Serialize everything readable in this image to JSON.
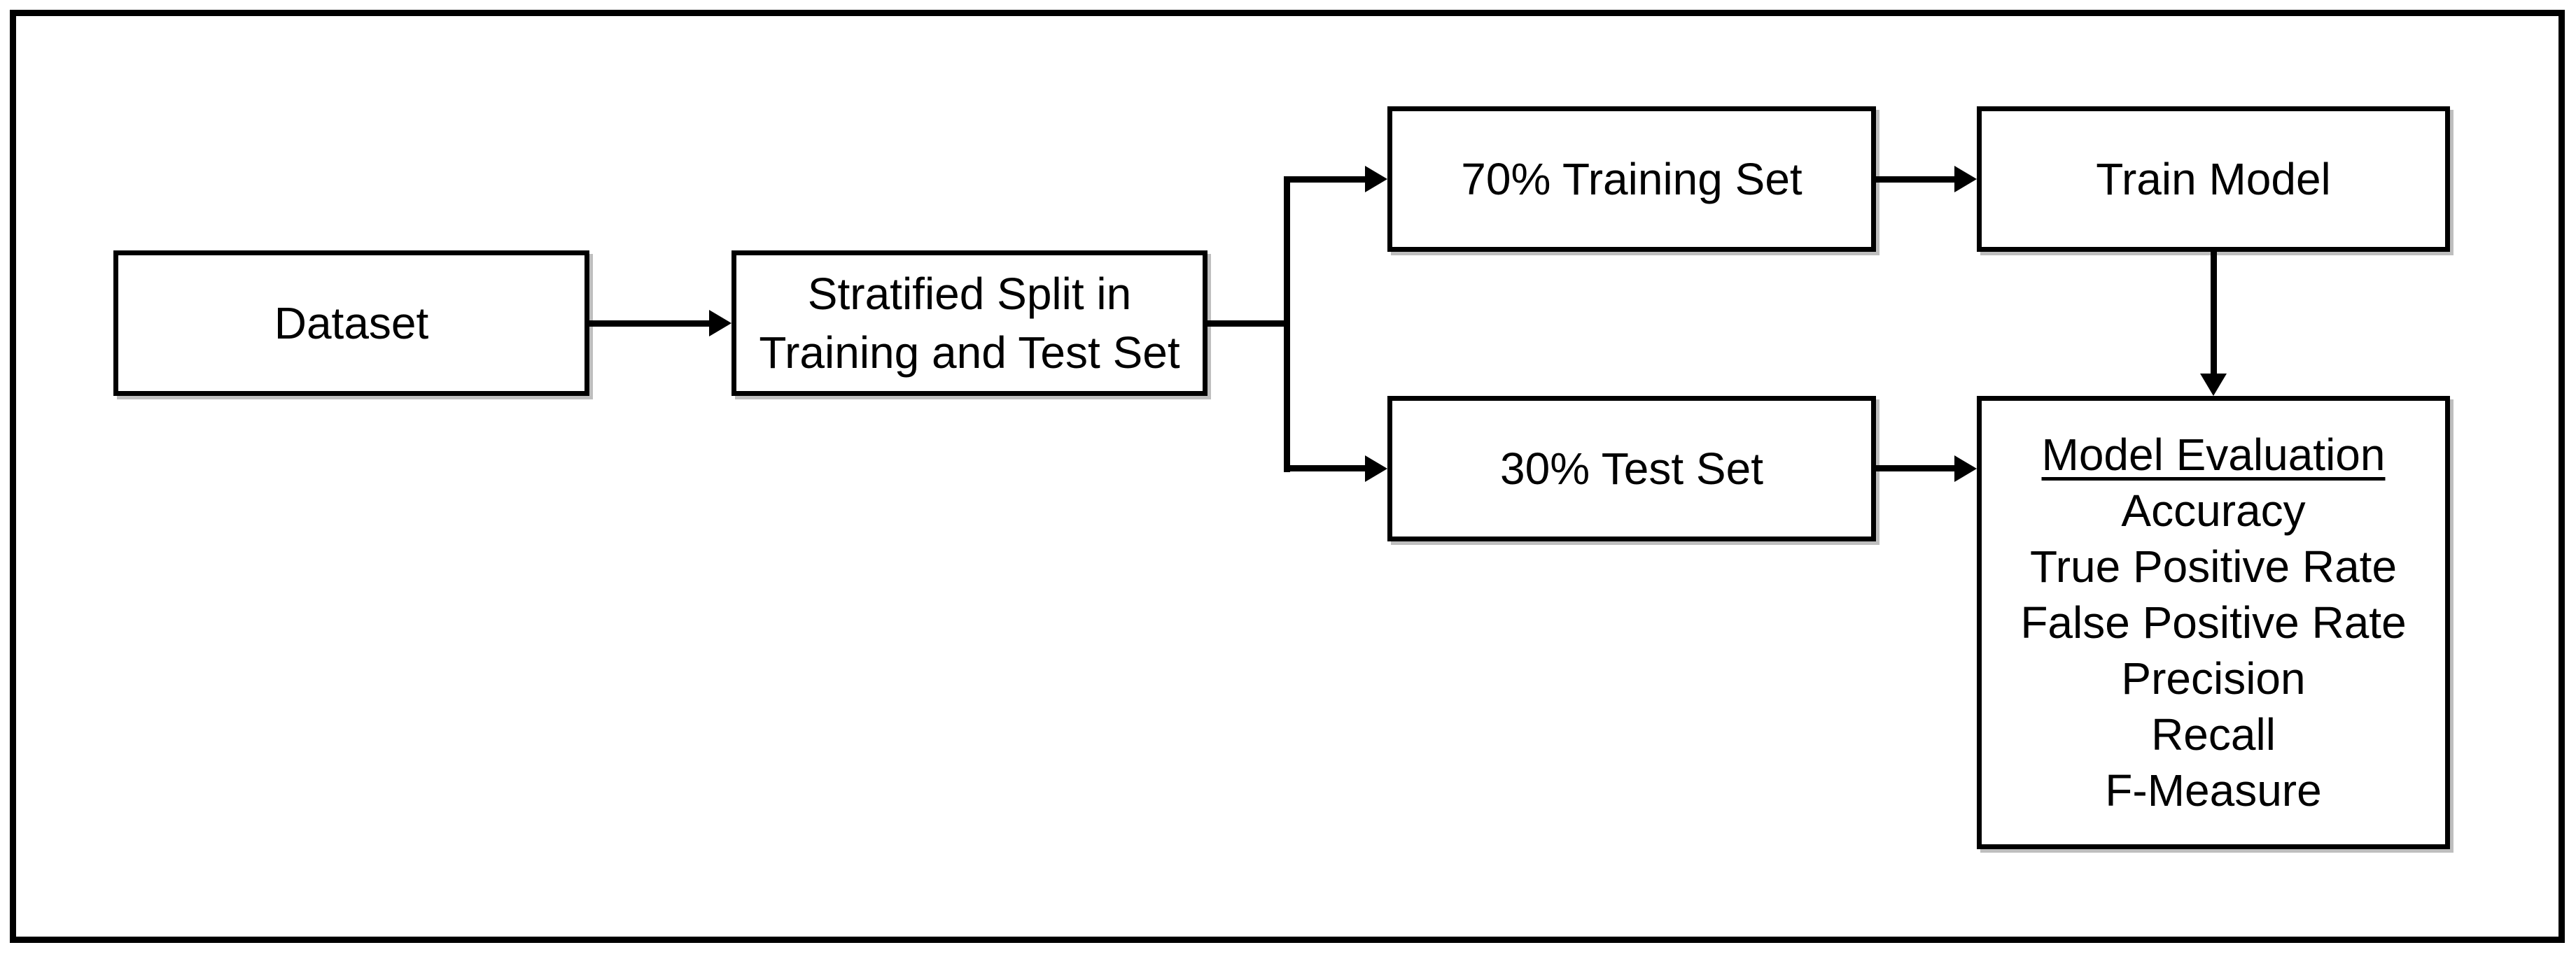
{
  "diagram": {
    "colors": {
      "line": "#000000",
      "text": "#000000",
      "background": "#ffffff",
      "box_fill": "#ffffff"
    },
    "nodes": {
      "dataset": {
        "label": "Dataset"
      },
      "stratified_split": {
        "lines": [
          "Stratified Split in",
          "Training and Test Set"
        ]
      },
      "training_set": {
        "label": "70% Training Set"
      },
      "train_model": {
        "label": "Train Model"
      },
      "test_set": {
        "label": "30% Test Set"
      },
      "model_evaluation": {
        "title": "Model Evaluation",
        "metrics": [
          "Accuracy",
          "True Positive Rate",
          "False Positive Rate",
          "Precision",
          "Recall",
          "F-Measure"
        ]
      }
    },
    "edges": [
      {
        "from": "dataset",
        "to": "stratified_split"
      },
      {
        "from": "stratified_split",
        "to": "training_set"
      },
      {
        "from": "stratified_split",
        "to": "test_set"
      },
      {
        "from": "training_set",
        "to": "train_model"
      },
      {
        "from": "train_model",
        "to": "model_evaluation"
      },
      {
        "from": "test_set",
        "to": "model_evaluation"
      }
    ]
  }
}
